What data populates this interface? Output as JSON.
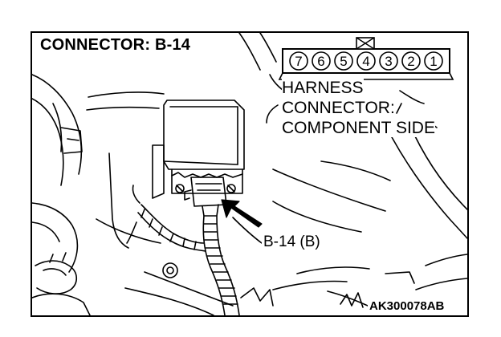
{
  "title": "CONNECTOR: B-14",
  "connector_face": {
    "pins": [
      "7",
      "6",
      "5",
      "4",
      "3",
      "2",
      "1"
    ],
    "key_marker_above_pin": "4"
  },
  "callout": {
    "line1": "HARNESS",
    "line2": "CONNECTOR:",
    "line3": "COMPONENT SIDE"
  },
  "connector_id_label": "B-14 (B)",
  "figure_code": "AK300078AB",
  "colors": {
    "line": "#000000",
    "background": "#ffffff"
  }
}
